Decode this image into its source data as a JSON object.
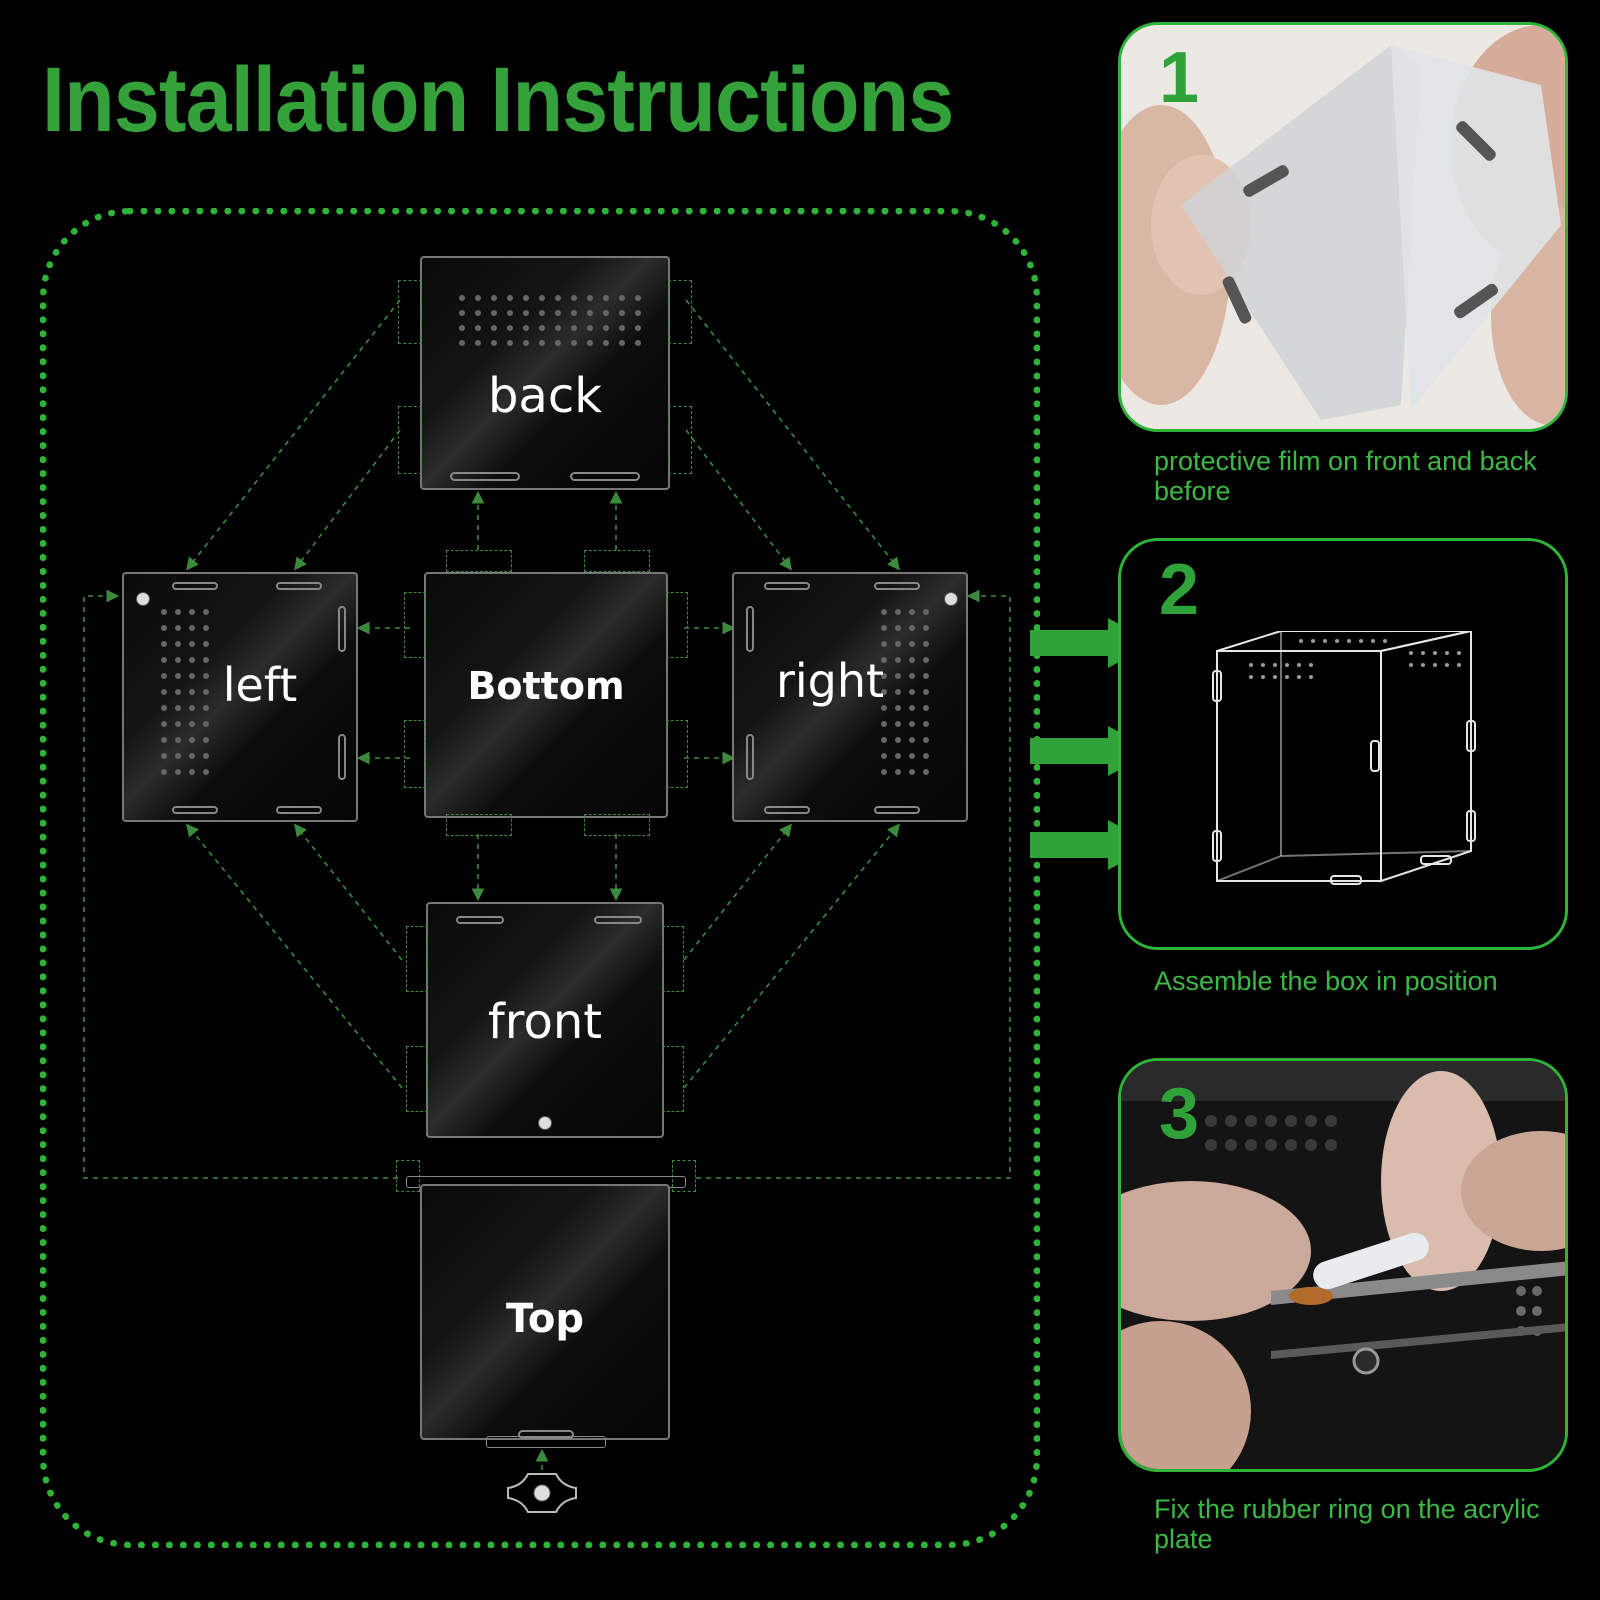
{
  "title": "Installation Instructions",
  "panels": {
    "back": "back",
    "left": "left",
    "bottom": "Bottom",
    "right": "right",
    "front": "front",
    "top": "Top"
  },
  "steps": [
    {
      "number": "1",
      "caption": "protective film on front and back before"
    },
    {
      "number": "2",
      "caption": "Assemble the box in position"
    },
    {
      "number": "3",
      "caption": "Fix the rubber ring on the acrylic plate"
    }
  ],
  "colors": {
    "accent_green": "#34a13b",
    "frame_green": "#2fb43a",
    "guide_green": "#3c8b3c"
  }
}
